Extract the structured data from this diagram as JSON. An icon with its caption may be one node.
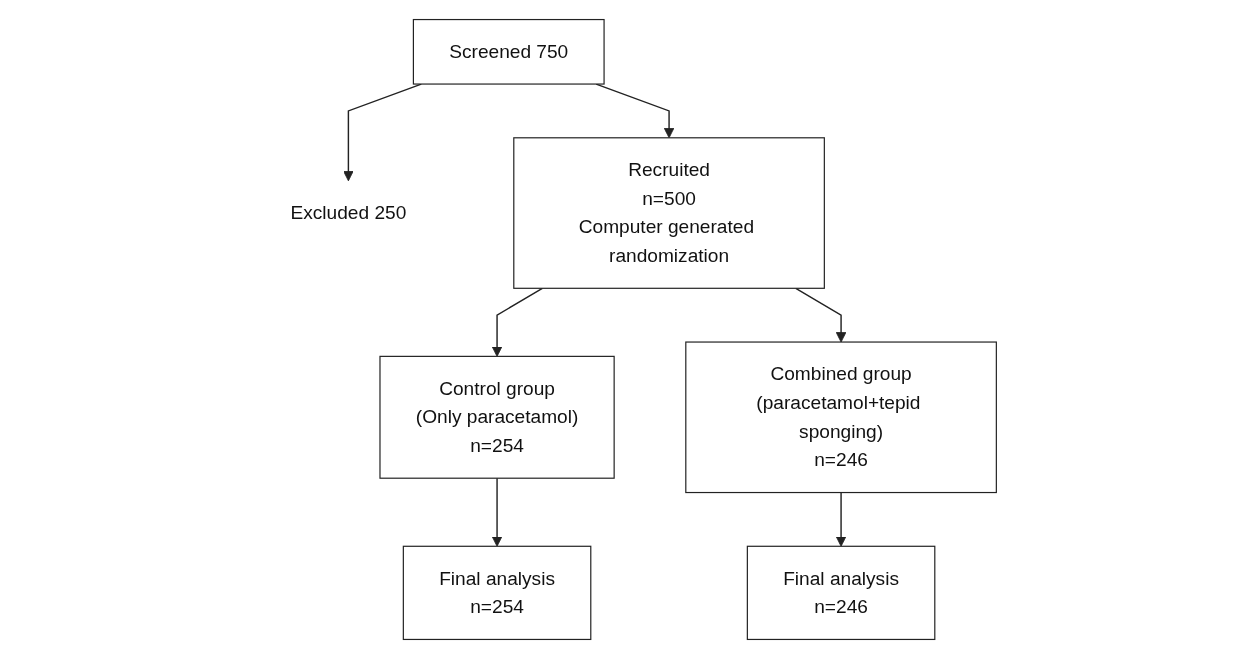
{
  "diagram": {
    "nodes": [
      {
        "text": [
          "Screened 750"
        ]
      },
      {
        "text": [
          "Excluded 250"
        ]
      },
      {
        "text": [
          "Recruited",
          "n=500",
          "Computer generated randomization"
        ]
      },
      {
        "text": [
          "Control group",
          "(Only paracetamol)",
          "n=254"
        ]
      },
      {
        "text": [
          "Combined group",
          "(paracetamol+tepid sponging)",
          "n=246"
        ]
      },
      {
        "text": [
          "Final analysis",
          "n=254"
        ]
      },
      {
        "text": [
          "Final analysis",
          "n=246"
        ]
      }
    ],
    "edges": [
      {
        "from": 0,
        "to": 2,
        "arrow": "to"
      },
      {
        "from": 0,
        "to": 1,
        "arrow": "to"
      },
      {
        "from": 2,
        "to": 3,
        "arrow": "to"
      },
      {
        "from": 2,
        "to": 4,
        "arrow": "to"
      },
      {
        "from": 3,
        "to": 5,
        "arrow": "to"
      },
      {
        "from": 4,
        "to": 6,
        "arrow": "to"
      }
    ]
  }
}
